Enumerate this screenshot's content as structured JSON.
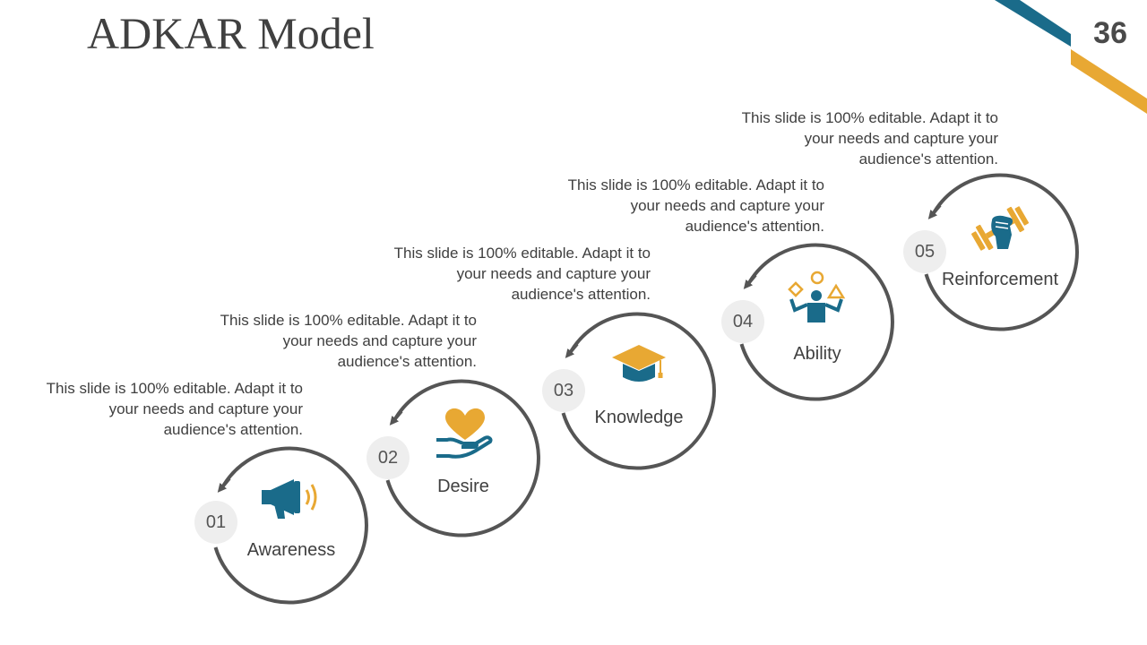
{
  "title": "ADKAR Model",
  "page_number": "36",
  "colors": {
    "accent_teal": "#1a6b8a",
    "accent_gold": "#e8a833",
    "ring": "#555555"
  },
  "steps": [
    {
      "number": "01",
      "label": "Awareness",
      "icon": "megaphone-icon",
      "desc": [
        "This slide is 100% editable. Adapt it to",
        "your needs and capture your",
        "audience's attention."
      ]
    },
    {
      "number": "02",
      "label": "Desire",
      "icon": "heart-in-hand-icon",
      "desc": [
        "This slide is 100% editable. Adapt it to",
        "your needs and capture your",
        "audience's attention."
      ]
    },
    {
      "number": "03",
      "label": "Knowledge",
      "icon": "graduation-cap-icon",
      "desc": [
        "This slide is 100% editable. Adapt it to",
        "your needs and capture your",
        "audience's attention."
      ]
    },
    {
      "number": "04",
      "label": "Ability",
      "icon": "juggling-person-icon",
      "desc": [
        "This slide is 100% editable. Adapt it to",
        "your needs and capture your",
        "audience's attention."
      ]
    },
    {
      "number": "05",
      "label": "Reinforcement",
      "icon": "fist-dumbbell-icon",
      "desc": [
        "This slide is 100% editable. Adapt it to",
        "your needs and capture your",
        "audience's attention."
      ]
    }
  ]
}
